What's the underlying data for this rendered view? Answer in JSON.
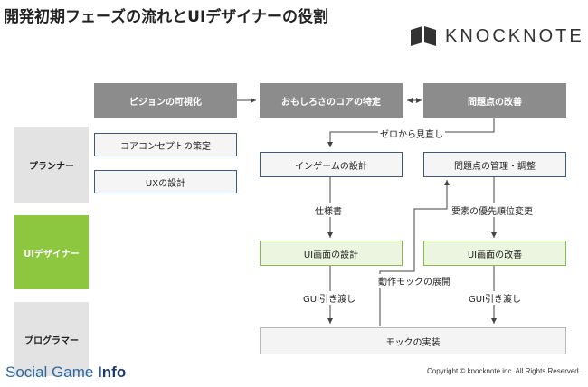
{
  "title": "開発初期フェーズの流れとUIデザイナーの役割",
  "logo": {
    "text": "KNOCKNOTE",
    "icon": "book-logo-icon"
  },
  "headers": [
    "ビジョンの可視化",
    "おもしろさのコアの特定",
    "問題点の改善"
  ],
  "roles": [
    "プランナー",
    "UIデザイナー",
    "プログラマー"
  ],
  "planner_boxes": [
    "コアコンセプトの策定",
    "UXの設計",
    "インゲームの設計",
    "問題点の管理・調整"
  ],
  "designer_boxes": [
    "UI画面の設計",
    "UI画面の改善"
  ],
  "programmer_boxes": [
    "モックの実装"
  ],
  "flow_labels": {
    "zero_review": "ゼロから見直し",
    "spec": "仕様書",
    "priority": "要素の優先順位変更",
    "mock_deploy": "動作モックの展開",
    "gui_handoff_1": "GUI引き渡し",
    "gui_handoff_2": "GUI引き渡し"
  },
  "watermark": {
    "part1": "Social Game ",
    "part2": "Info"
  },
  "copyright": "Copyright © knocknote inc. All Rights Reserved.",
  "colors": {
    "header_gray": "#8c8c8c",
    "green": "#8dc63f",
    "box_border": "#3d5a7a"
  }
}
